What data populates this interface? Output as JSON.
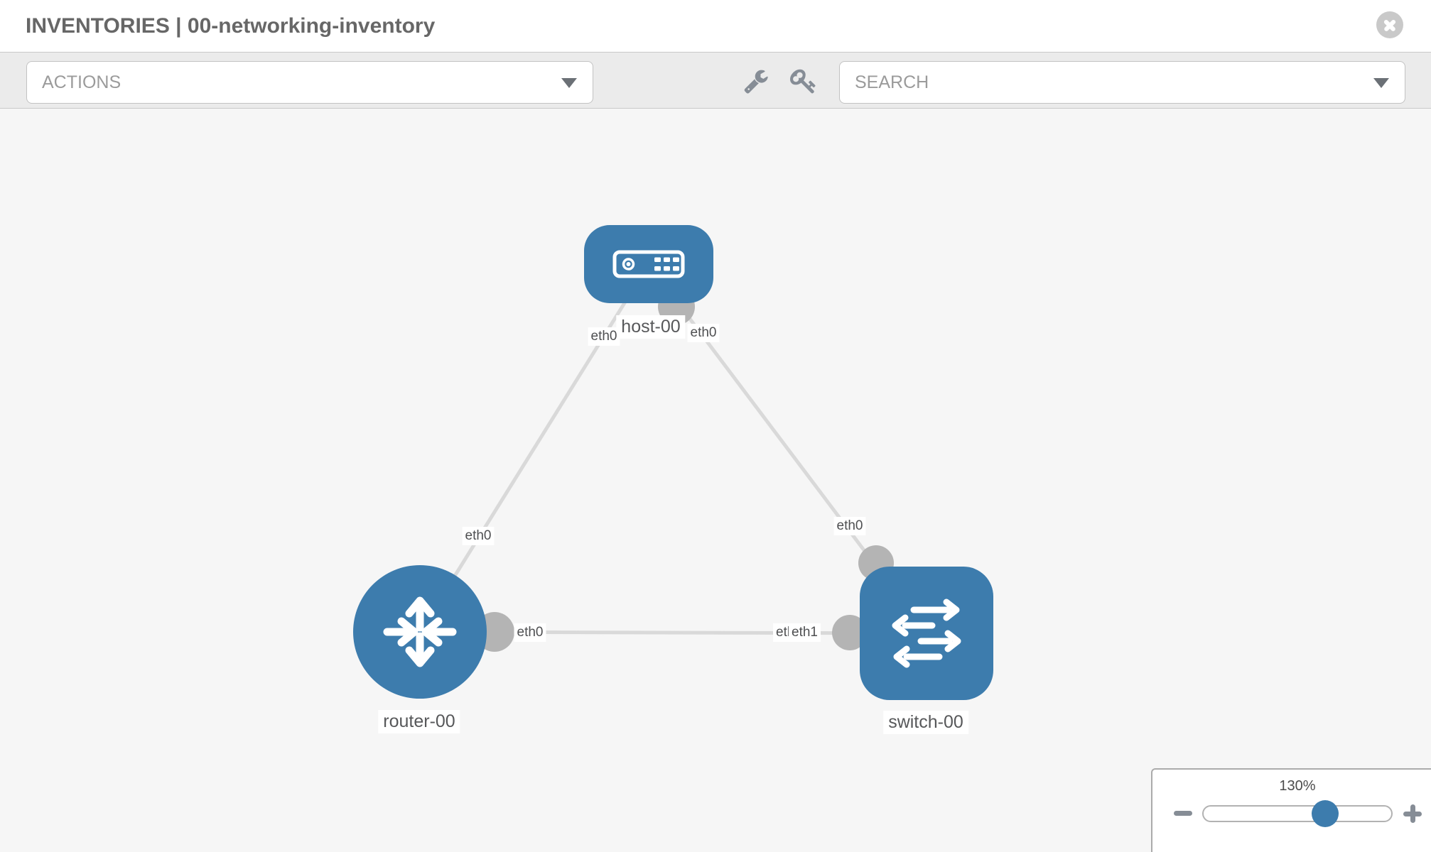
{
  "header": {
    "title": "INVENTORIES | 00-networking-inventory"
  },
  "toolbar": {
    "actions_label": "ACTIONS",
    "search_label": "SEARCH",
    "icons": [
      "wrench-icon",
      "key-icon"
    ]
  },
  "topology": {
    "nodes": [
      {
        "name": "host-00",
        "type": "host"
      },
      {
        "name": "router-00",
        "type": "router"
      },
      {
        "name": "switch-00",
        "type": "switch"
      }
    ],
    "links": [
      {
        "from": "router-00",
        "to": "host-00"
      },
      {
        "from": "host-00",
        "to": "switch-00"
      },
      {
        "from": "router-00",
        "to": "switch-00"
      }
    ],
    "eth_labels": [
      {
        "at": "host-left",
        "text": "eth0"
      },
      {
        "at": "host-right",
        "text": "eth0"
      },
      {
        "at": "router-to-host",
        "text": "eth0"
      },
      {
        "at": "router-to-switch",
        "text": "eth0"
      },
      {
        "at": "switch-to-host",
        "text": "eth0"
      },
      {
        "at": "switch-to-router-back",
        "text": "eth0"
      },
      {
        "at": "switch-to-router-front",
        "text": "eth1"
      }
    ]
  },
  "zoom_control": {
    "level": "130%"
  },
  "colors": {
    "node_blue": "#3d7cad",
    "link_gray": "#d9d9d9",
    "interface_dot_gray": "#b4b4b4",
    "canvas_bg": "#f6f6f6",
    "toolbar_bg": "#ebebeb"
  }
}
